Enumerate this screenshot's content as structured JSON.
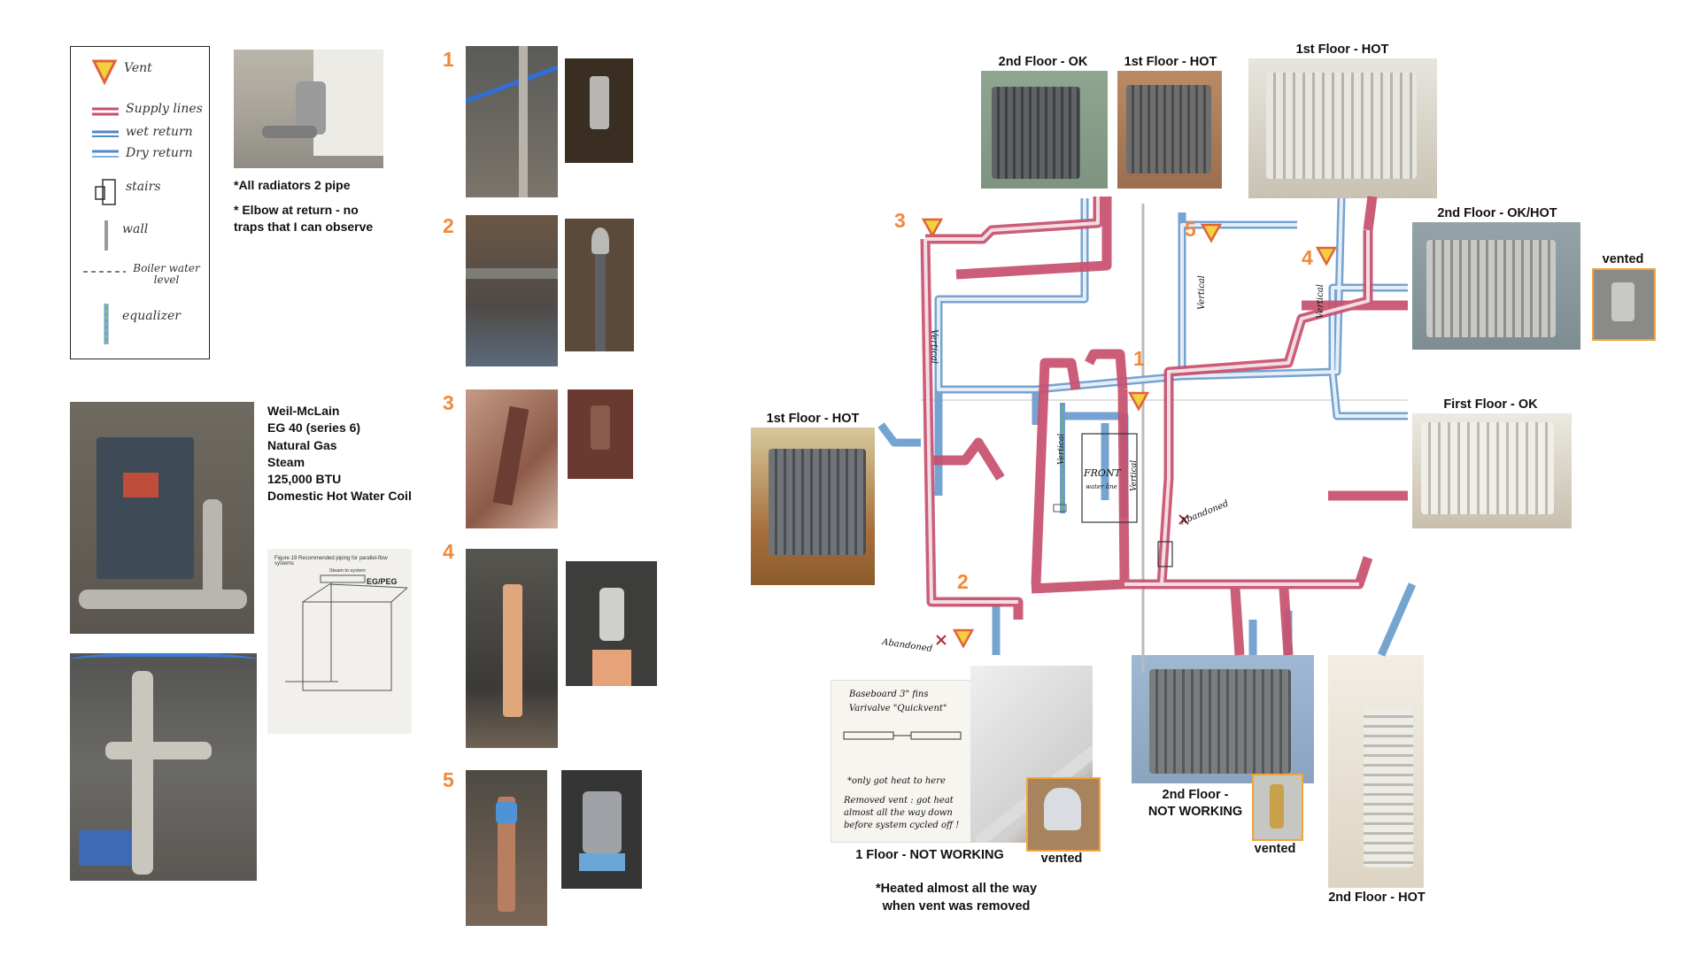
{
  "legend": {
    "items": [
      {
        "key": "vent",
        "label": "Vent"
      },
      {
        "key": "supply",
        "label": "Supply lines"
      },
      {
        "key": "wet_return",
        "label": "wet return"
      },
      {
        "key": "dry_return",
        "label": "Dry return"
      },
      {
        "key": "stairs",
        "label": "stairs"
      },
      {
        "key": "wall",
        "label": "wall"
      },
      {
        "key": "water_level",
        "label": "Boiler water level"
      },
      {
        "key": "equalizer",
        "label": "equalizer"
      }
    ]
  },
  "notes": {
    "all_two_pipe": "*All radiators 2 pipe",
    "elbow_line1": "* Elbow at return - no",
    "elbow_line2": "traps that I can observe"
  },
  "boiler": {
    "lines": [
      "Weil-McLain",
      "EG 40 (series 6)",
      "Natural Gas",
      "Steam",
      "125,000 BTU",
      "Domestic Hot Water Coil"
    ]
  },
  "figure_doc": {
    "heading": "Figure 19   Recommended piping for parallel-flow systems",
    "model": "EG/PEG",
    "steam_label": "Steam to system"
  },
  "vent_numbers": [
    "1",
    "2",
    "3",
    "4",
    "5"
  ],
  "diagram": {
    "num1": "1",
    "num2": "2",
    "num3": "3",
    "num4": "4",
    "num5": "5",
    "vertical": "Vertical",
    "front": "FRONT",
    "water_line": "water line",
    "abandoned": "Abandoned",
    "abandoned2": "Abandoned"
  },
  "captions": {
    "r2nd_ok": "2nd Floor - OK",
    "r1st_hot_top": "1st Floor - HOT",
    "r1st_hot_big": "1st Floor - HOT",
    "r2nd_okhot": "2nd Floor - OK/HOT",
    "vented1": "vented",
    "r1st_hot_left": "1st Floor - HOT",
    "first_floor_ok": "First Floor - OK",
    "r1_not_working": "1 Floor - NOT WORKING",
    "vented2": "vented",
    "heated_note_1": "*Heated almost all the way",
    "heated_note_2": "when vent was removed",
    "r2nd_not_working_1": "2nd Floor -",
    "r2nd_not_working_2": "NOT WORKING",
    "vented3": "vented",
    "r2nd_hot": "2nd Floor - HOT"
  },
  "baseboard_note": {
    "line1": "Baseboard  3\" fins",
    "line2": "Varivalve \"Quickvent\"",
    "line3": "*only got heat to here",
    "line4": "Removed vent : got heat",
    "line5": "almost all the way down",
    "line6": "before system cycled off !"
  },
  "colors": {
    "accent_number": "#f2883a",
    "supply": "#c8506e",
    "return": "#6f9fcf",
    "vent_fill": "#f4d03f",
    "vent_border": "#e07b39"
  }
}
